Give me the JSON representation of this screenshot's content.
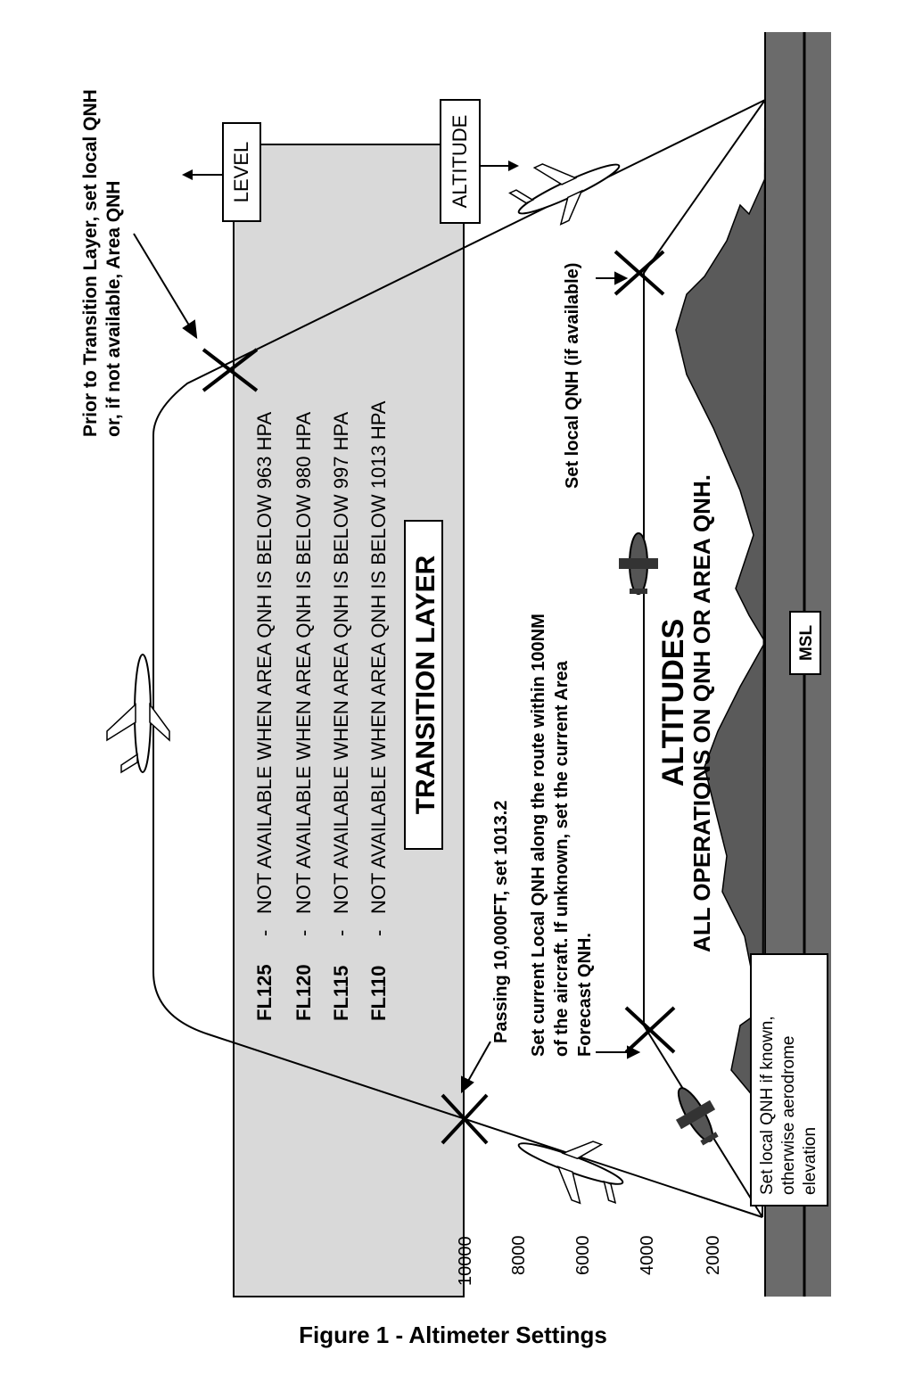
{
  "labels": {
    "level": "LEVEL",
    "altitude": "ALTITUDE",
    "transition_layer": "TRANSITION LAYER",
    "msl": "MSL",
    "prior_note_1": "Prior to Transition Layer, set local QNH",
    "prior_note_2": "or, if not  available, Area QNH",
    "set_local_qnh": "Set local QNH (if available)",
    "passing": "Passing 10,000FT,  set  1013.2",
    "enroute_1": "Set  current Local QNH along the route within 100NM",
    "enroute_2": "of the aircraft.  If unknown, set the current Area",
    "enroute_3": "Forecast QNH.",
    "altitudes_title": "ALTITUDES",
    "altitudes_sub": "ALL OPERATIONS ON QNH OR AREA QNH.",
    "departure_note_1": "Set local QNH if known,",
    "departure_note_2": "otherwise aerodrome",
    "departure_note_3": "elevation"
  },
  "fl_rows": [
    {
      "fl": "FL125",
      "dash": "-",
      "text": "NOT AVAILABLE WHEN AREA QNH IS BELOW 963 HPA"
    },
    {
      "fl": "FL120",
      "dash": "-",
      "text": "NOT AVAILABLE WHEN AREA QNH IS BELOW 980 HPA"
    },
    {
      "fl": "FL115",
      "dash": "-",
      "text": "NOT AVAILABLE WHEN AREA QNH IS BELOW 997 HPA"
    },
    {
      "fl": "FL110",
      "dash": "-",
      "text": "NOT AVAILABLE WHEN AREA QNH IS BELOW 1013 HPA"
    }
  ],
  "altitude_scale": [
    "10000",
    "8000",
    "6000",
    "4000",
    "2000"
  ],
  "caption": "Figure 1 - Altimeter Settings",
  "colors": {
    "transition_fill": "#d9d9d9",
    "terrain": "#5a5a5a",
    "ground": "#6b6b6b",
    "line": "#000000"
  }
}
